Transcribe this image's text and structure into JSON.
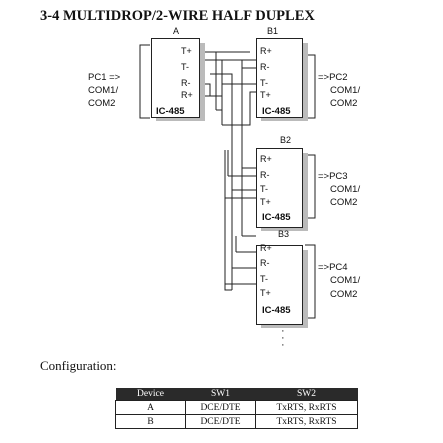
{
  "title": "3-4  MULTIDROP/2-WIRE HALF DUPLEX",
  "devices": {
    "A": {
      "label": "A",
      "pins": [
        "T+",
        "T-",
        "R-",
        "R+"
      ],
      "model": "IC-485",
      "pc": [
        "PC1 =>",
        "COM1/",
        "COM2"
      ]
    },
    "B1": {
      "label": "B1",
      "pins": [
        "R+",
        "R-",
        "T-",
        "T+"
      ],
      "model": "IC-485",
      "pc": [
        "=>PC2",
        "COM1/",
        "COM2"
      ]
    },
    "B2": {
      "label": "B2",
      "pins": [
        "R+",
        "R-",
        "T-",
        "T+"
      ],
      "model": "IC-485",
      "pc": [
        "=>PC3",
        "COM1/",
        "COM2"
      ]
    },
    "B3": {
      "label": "B3",
      "pins": [
        "R+",
        "R-",
        "T-",
        "T+"
      ],
      "model": "IC-485",
      "pc": [
        "=>PC4",
        "COM1/",
        "COM2"
      ]
    }
  },
  "configuration": {
    "heading": "Configuration:",
    "headers": [
      "Device",
      "SW1",
      "SW2"
    ],
    "rows": [
      {
        "device": "A",
        "sw1": "DCE/DTE",
        "sw2": "TxRTS, RxRTS"
      },
      {
        "device": "B",
        "sw1": "DCE/DTE",
        "sw2": "TxRTS, RxRTS"
      }
    ]
  }
}
